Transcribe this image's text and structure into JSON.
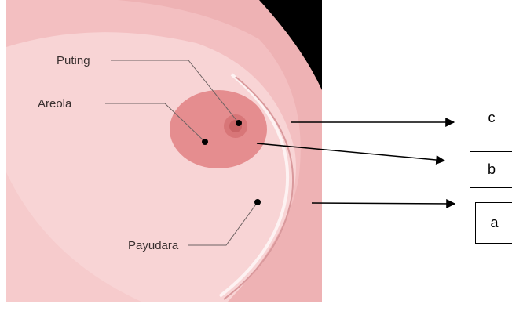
{
  "diagram": {
    "labels": {
      "nipple": "Puting",
      "areola": "Areola",
      "breast": "Payudara"
    },
    "answer_boxes": {
      "c": "c",
      "b": "b",
      "a": "a"
    }
  },
  "colors": {
    "background": "#ffffff",
    "skin": "#f5c7c8",
    "skin_light": "#f8d4d5",
    "skin_shadow": "#eaa7aa",
    "areola": "#e58d8f",
    "nipple": "#c96466",
    "corner_black": "#000000",
    "arrows": "#000000"
  }
}
